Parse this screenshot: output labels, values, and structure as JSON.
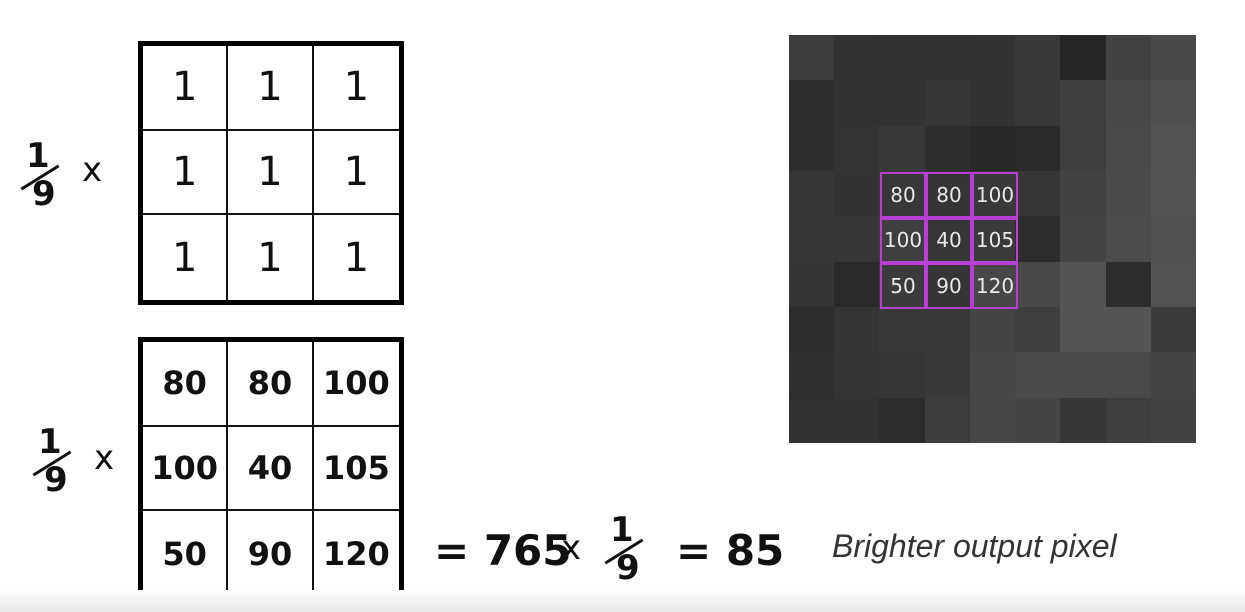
{
  "fraction": {
    "numerator": "1",
    "denominator": "9"
  },
  "times_symbol": "x",
  "kernel": {
    "rows": [
      [
        "1",
        "1",
        "1"
      ],
      [
        "1",
        "1",
        "1"
      ],
      [
        "1",
        "1",
        "1"
      ]
    ]
  },
  "patch": {
    "rows": [
      [
        "80",
        "80",
        "100"
      ],
      [
        "100",
        "40",
        "105"
      ],
      [
        "50",
        "90",
        "120"
      ]
    ]
  },
  "equation": {
    "eq_sum": "= 765",
    "times": "x",
    "eq_result": "= 85"
  },
  "caption": "Brighter output pixel",
  "image_gray_levels": [
    [
      "#3c3c3c",
      "#333333",
      "#323232",
      "#323232",
      "#333333",
      "#393939",
      "#262626",
      "#424242",
      "#494949"
    ],
    [
      "#2e2e2e",
      "#323232",
      "#333333",
      "#373737",
      "#333333",
      "#383838",
      "#3e3e3e",
      "#484848",
      "#4f4f4f"
    ],
    [
      "#2f2f2f",
      "#343434",
      "#393939",
      "#2f2f2f",
      "#292929",
      "#2a2a2a",
      "#3f3f3f",
      "#4a4a4a",
      "#525252"
    ],
    [
      "#363636",
      "#333333",
      "#383838",
      "#353535",
      "#393939",
      "#363636",
      "#434343",
      "#4b4b4b",
      "#535353"
    ],
    [
      "#373737",
      "#373737",
      "#3e3e3e",
      "#363636",
      "#3a3a3a",
      "#2c2c2c",
      "#444444",
      "#4c4c4c",
      "#505050"
    ],
    [
      "#353535",
      "#2a2a2a",
      "#3b3b3b",
      "#353535",
      "#474747",
      "#484848",
      "#545454",
      "#2d2d2d",
      "#525252"
    ],
    [
      "#2e2e2e",
      "#353535",
      "#393939",
      "#383838",
      "#454545",
      "#3f3f3f",
      "#555555",
      "#545454",
      "#3b3b3b"
    ],
    [
      "#303030",
      "#343434",
      "#363636",
      "#393939",
      "#474747",
      "#4a4a4a",
      "#4b4b4b",
      "#4a4a4a",
      "#444444"
    ],
    [
      "#323232",
      "#323232",
      "#2c2c2c",
      "#3c3c3c",
      "#474747",
      "#454545",
      "#373737",
      "#3e3e3e",
      "#424242"
    ]
  ],
  "highlight_values": [
    [
      "80",
      "80",
      "100"
    ],
    [
      "100",
      "40",
      "105"
    ],
    [
      "50",
      "90",
      "120"
    ]
  ],
  "highlight_color": "#b83fd4"
}
